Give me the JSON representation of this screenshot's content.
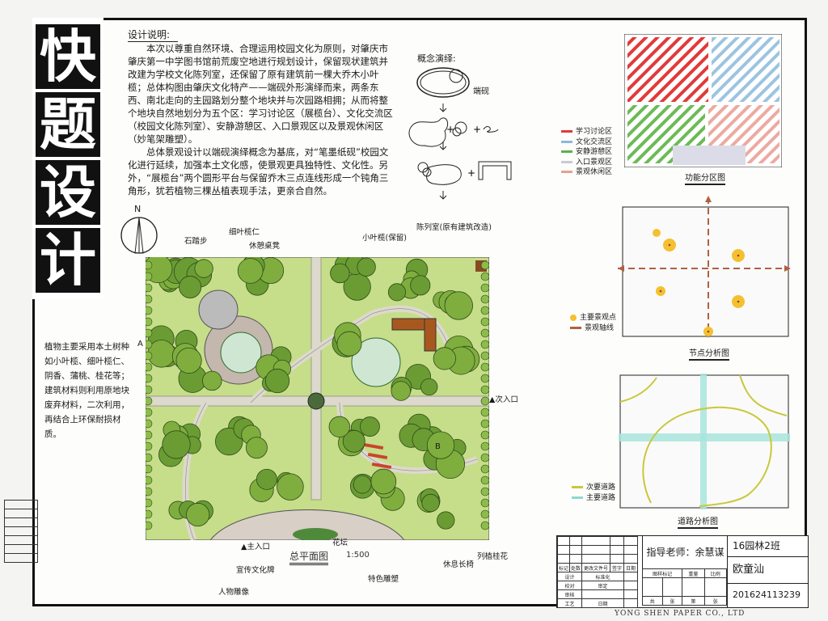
{
  "title_block": {
    "chars": [
      "快",
      "题",
      "设",
      "计"
    ]
  },
  "design_notes": {
    "heading": "设计说明:",
    "paragraphs": [
      "本次以尊重自然环境、合理运用校园文化为原则，对肇庆市肇庆第一中学图书馆前荒废空地进行规划设计，保留现状建筑并改建为学校文化陈列室，还保留了原有建筑前一棵大乔木小叶榄；总体构图由肇庆文化特产——端砚外形演绎而来，两条东西、南北走向的主园路划分整个地块并与次园路相拥；从而将整个地块自然地划分为五个区：学习讨论区（展榄台）、文化交流区（校园文化陈列室）、安静游憩区、入口景观区以及景观休闲区（妙笔架雕塑）。",
      "总体景观设计以端砚演绎概念为基底，对“笔墨纸砚”校园文化进行延续，加强本土文化感，使景观更具独特性、文化性。另外，“展榄台”两个圆形平台与保留乔木三点连线形成一个钝角三角形，犹若植物三棵丛植表现手法，更亲合自然。"
    ]
  },
  "plant_notes": "植物主要采用本土树种如小叶榄、细叶榄仁、阴香、蒲桃、桂花等；建筑材料则利用原地块废弃材料，二次利用，再结合上环保耐损材质。",
  "concept": {
    "heading": "概念演绎:",
    "inkstone_label": "端砚"
  },
  "plan": {
    "north": "N",
    "title": "总平面图",
    "scale": "1:500",
    "section_a": "A",
    "section_b": "B",
    "labels": {
      "stone_steps": "石踏步",
      "terminalia": "细叶榄仁",
      "rest_tables": "休憩桌凳",
      "small_olive": "小叶榄(保留)",
      "exhibition": "陈列室(原有建筑改造)",
      "secondary_entrance": "次入口",
      "main_entrance": "主入口",
      "flower_bed": "花坛",
      "culture_board": "宣传文化牌",
      "statue": "人物雕像",
      "sculpture": "特色雕塑",
      "bench": "休息长椅",
      "osmanthus": "列植桂花"
    }
  },
  "function_diagram": {
    "title": "功能分区图",
    "legend": [
      {
        "label": "学习讨论区",
        "color": "#e03a3a"
      },
      {
        "label": "文化交流区",
        "color": "#8fb8d8"
      },
      {
        "label": "安静游憩区",
        "color": "#5fb04a"
      },
      {
        "label": "入口景观区",
        "color": "#c9c9d9"
      },
      {
        "label": "景观休闲区",
        "color": "#e8a090"
      }
    ]
  },
  "node_diagram": {
    "title": "节点分析图",
    "legend": [
      {
        "label": "主要景观点",
        "color": "#f5c030"
      },
      {
        "label": "景观轴线",
        "color": "#b06040"
      }
    ]
  },
  "road_diagram": {
    "title": "道路分析图",
    "legend": [
      {
        "label": "次要道路",
        "color": "#c8c83a"
      },
      {
        "label": "主要道路",
        "color": "#8fd8cc"
      }
    ]
  },
  "title_table": {
    "teacher": "指导老师：余慧谋",
    "class": "16园林2班",
    "name": "欧童汕",
    "student_id": "201624113239",
    "headers": [
      "标记",
      "处数",
      "更改文件号",
      "签字",
      "日期"
    ],
    "rows": [
      [
        "设计",
        "标准化"
      ],
      [
        "校对",
        "审定"
      ],
      [
        "审核",
        ""
      ],
      [
        "工艺",
        "日期"
      ]
    ],
    "right_headers": [
      "图样标记",
      "重量",
      "比例"
    ],
    "sheet_info": [
      "共",
      "张",
      "第",
      "张"
    ]
  },
  "footer": "YONG SHEN PAPER CO., LTD"
}
